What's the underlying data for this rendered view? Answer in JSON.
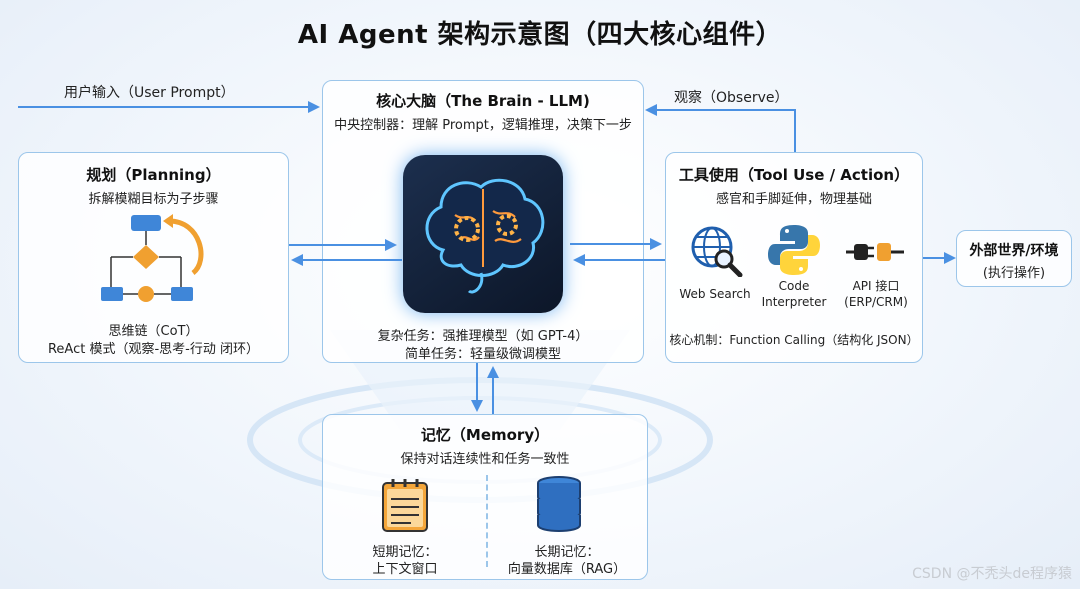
{
  "title": "AI Agent 架构示意图（四大核心组件）",
  "input_label": "用户输入（User Prompt）",
  "observe_label": "观察（Observe）",
  "brain": {
    "title": "核心大脑（The Brain - LLM)",
    "subtitle": "中央控制器：理解 Prompt，逻辑推理，决策下一步",
    "line1": "复杂任务：强推理模型（如 GPT-4）",
    "line2": "简单任务：轻量级微调模型"
  },
  "planning": {
    "title": "规划（Planning）",
    "subtitle": "拆解模糊目标为子步骤",
    "line1": "思维链（CoT）",
    "line2": "ReAct 模式（观察-思考-行动 闭环）"
  },
  "tools": {
    "title": "工具使用（Tool Use / Action）",
    "subtitle": "感官和手脚延伸，物理基础",
    "items": [
      {
        "label": "Web Search",
        "icon": "globe-search-icon"
      },
      {
        "label": "Code\nInterpreter",
        "icon": "python-icon"
      },
      {
        "label": "API 接口\n(ERP/CRM)",
        "icon": "plug-icon"
      }
    ],
    "mechanism": "核心机制：Function Calling（结构化 JSON）"
  },
  "external": {
    "title": "外部世界/环境",
    "subtitle": "(执行操作)"
  },
  "memory": {
    "title": "记忆（Memory）",
    "subtitle": "保持对话连续性和任务一致性",
    "short_label_1": "短期记忆：",
    "short_label_2": "上下文窗口",
    "long_label_1": "长期记忆：",
    "long_label_2": "向量数据库（RAG）"
  },
  "watermark": "CSDN @不秃头de程序猿",
  "colors": {
    "accent": "#4a90e2",
    "border": "#9cc6ea",
    "orange": "#f0a030"
  }
}
